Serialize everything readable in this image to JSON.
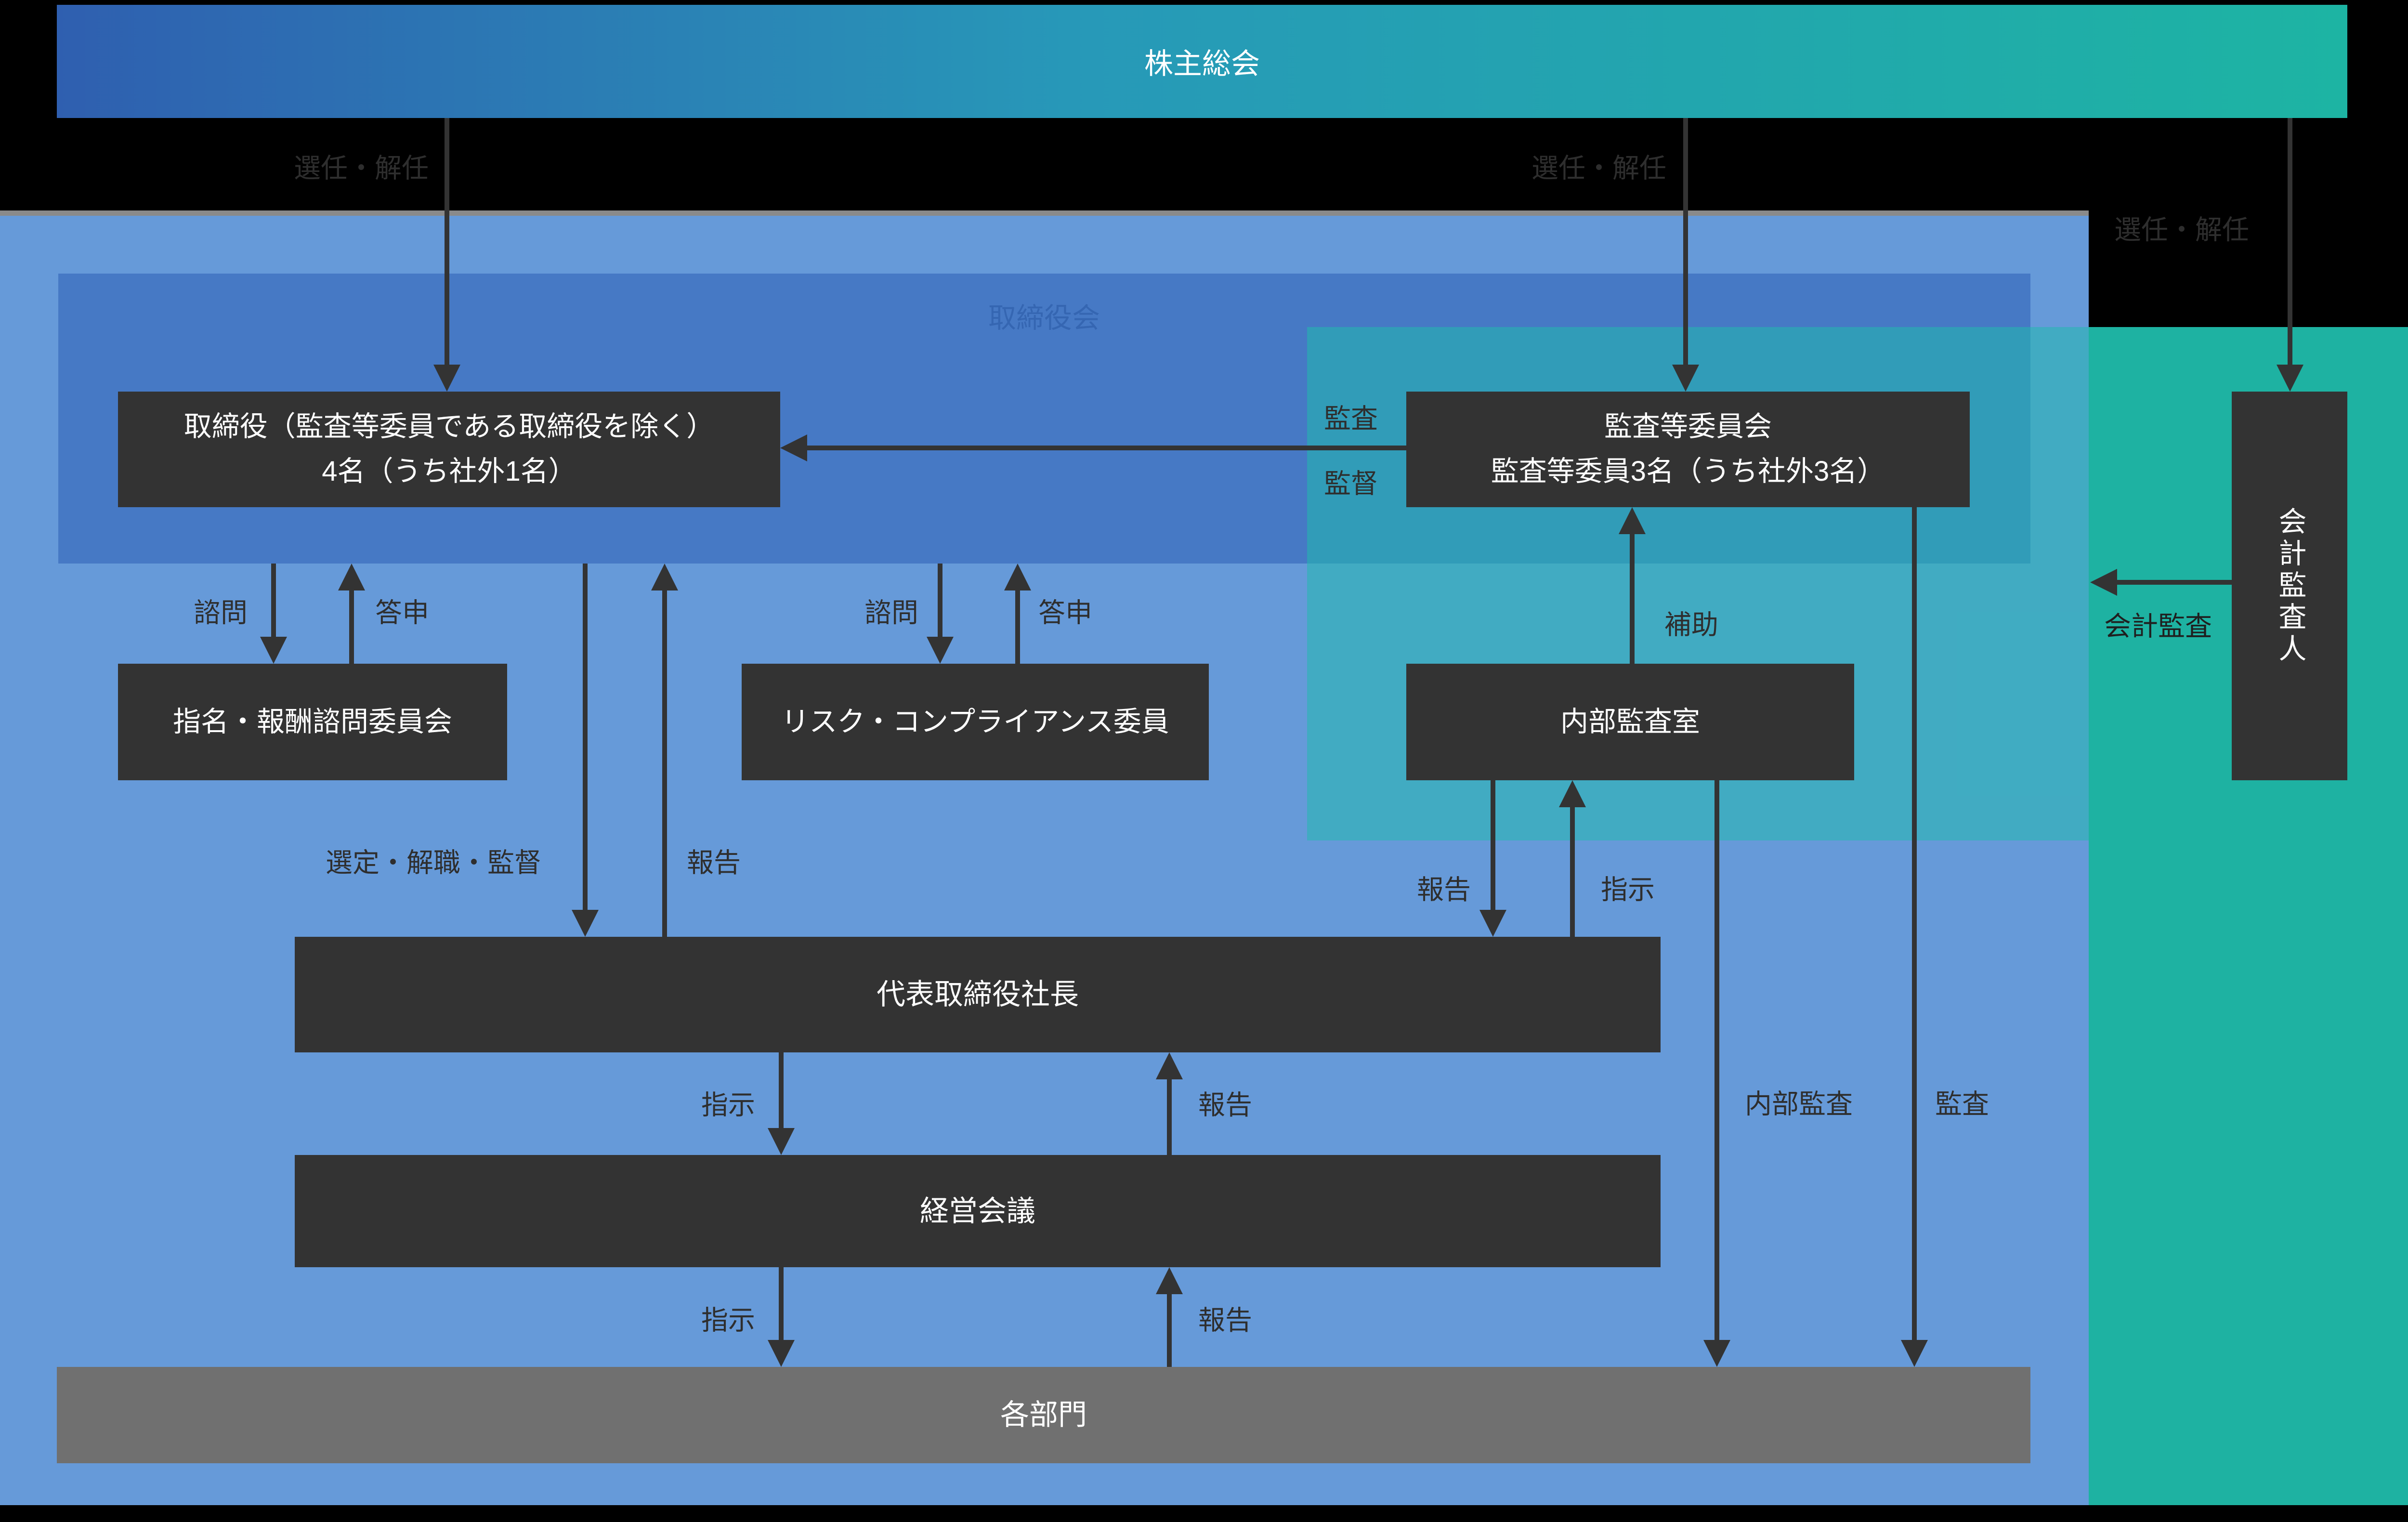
{
  "banner": {
    "label": "株主総会"
  },
  "board_panel": {
    "label": "取締役会"
  },
  "boxes": {
    "directors": {
      "line1": "取締役（監査等委員である取締役を除く）",
      "line2": "4名（うち社外1名）"
    },
    "audit_committee": {
      "line1": "監査等委員会",
      "line2": "監査等委員3名（うち社外3名）"
    },
    "nomination_committee": {
      "label": "指名・報酬諮問委員会"
    },
    "risk_compliance_committee": {
      "label": "リスク・コンプライアンス委員"
    },
    "internal_audit_office": {
      "label": "内部監査室"
    },
    "accounting_auditor": {
      "label": "会計監査人"
    },
    "president": {
      "label": "代表取締役社長"
    },
    "management_meeting": {
      "label": "経営会議"
    },
    "departments": {
      "label": "各部門"
    }
  },
  "edge_labels": {
    "appoint_dismiss_directors": "選任・解任",
    "appoint_dismiss_audit_committee": "選任・解任",
    "appoint_dismiss_auditor": "選任・解任",
    "audit": "監査",
    "supervise": "監督",
    "consult_nomination": "諮問",
    "answer_nomination": "答申",
    "consult_risk": "諮問",
    "answer_risk": "答申",
    "select_dismiss_supervise": "選定・解職・監督",
    "report_to_board": "報告",
    "report_internal_audit": "報告",
    "instruct_internal_audit": "指示",
    "assist": "補助",
    "accounting_audit": "会計監査",
    "internal_audit": "内部監査",
    "audit_departments": "監査",
    "instruct_management": "指示",
    "report_president": "報告",
    "instruct_departments": "指示",
    "report_management": "報告"
  },
  "colors": {
    "background": "#000000",
    "banner_gradient_start": "#2f5fb0",
    "banner_gradient_end": "#1db4a3",
    "main_area": "#669ad9",
    "board_panel": "#4679c5",
    "board_panel_label": "#3566b2",
    "audit_overlay": "#1ebcac",
    "accounting_area": "#1eb2a2",
    "node_box": "#333333",
    "departments_box": "#707070",
    "arrow": "#333333",
    "edge_label": "#2e2e2e",
    "top_divider": "#8a8a8a"
  }
}
